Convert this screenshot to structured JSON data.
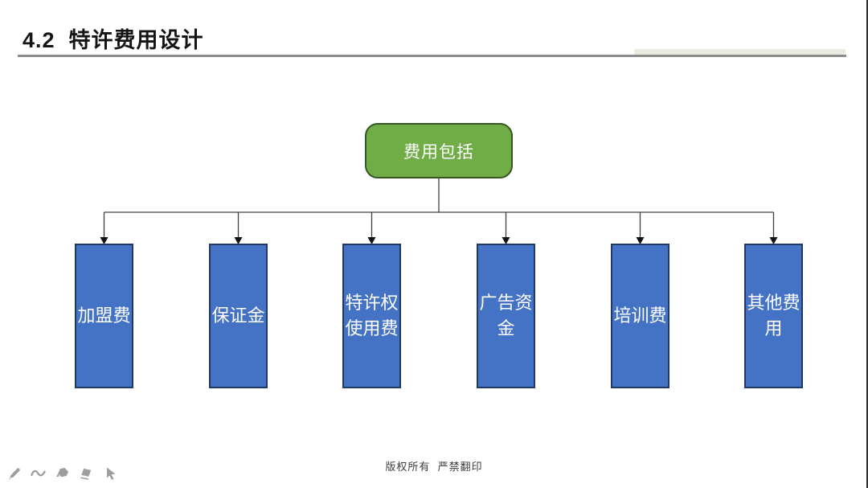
{
  "slide": {
    "title": "4.2  特许费用设计",
    "footer": "版权所有  严禁翻印"
  },
  "diagram": {
    "type": "org-tree",
    "root": {
      "label": "费用包括"
    },
    "children": [
      {
        "label": "加盟费"
      },
      {
        "label": "保证金"
      },
      {
        "label": "特许权使用费"
      },
      {
        "label": "广告资金"
      },
      {
        "label": "培训费"
      },
      {
        "label": "其他费用"
      }
    ]
  },
  "toolbar": {
    "icons": [
      "pen-icon",
      "curve-icon",
      "marker-icon",
      "eraser-icon",
      "cursor-icon"
    ]
  },
  "colors": {
    "root_fill": "#70ad47",
    "root_border": "#385723",
    "leaf_fill": "#4472c4",
    "leaf_border": "#1f3864",
    "connector": "#404040",
    "title_rule": "#8c8c8c",
    "title_band": "#e9ecdf",
    "icon_gray": "#9d9d9d"
  }
}
